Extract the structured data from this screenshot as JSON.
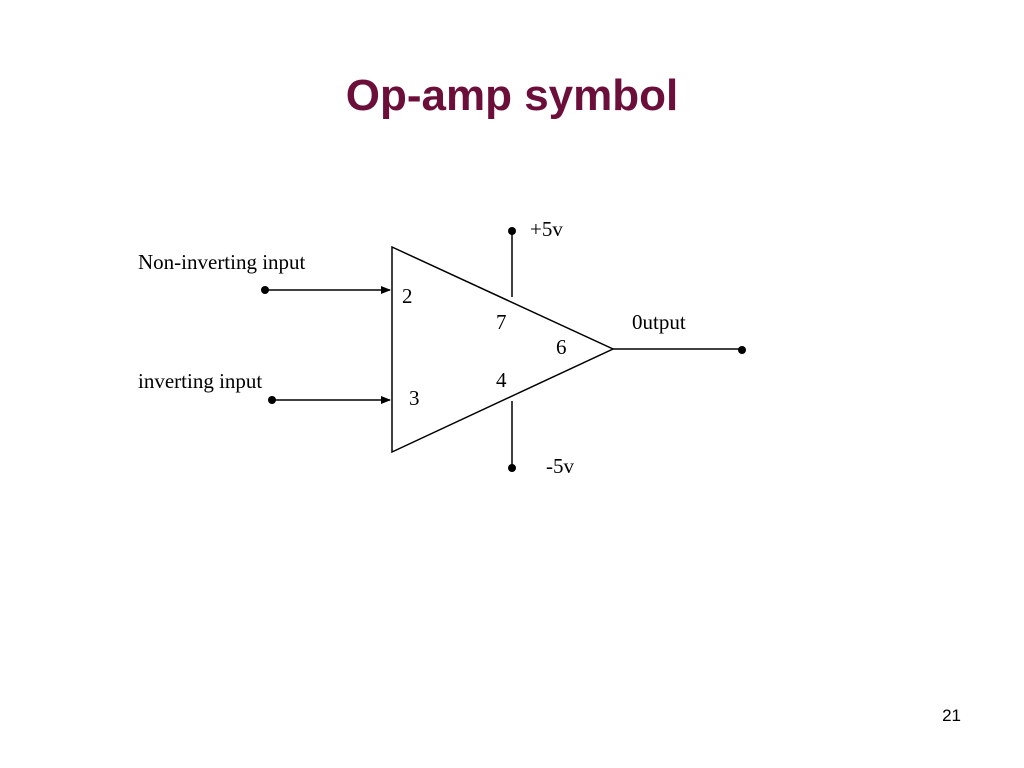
{
  "slide": {
    "title": "Op-amp symbol",
    "page_number": "21"
  },
  "colors": {
    "title": "#6b0f3a",
    "line": "#000000"
  },
  "diagram": {
    "labels": {
      "non_inverting_input": "Non-inverting input",
      "inverting_input": "inverting input",
      "output": "0utput",
      "positive_supply": "+5v",
      "negative_supply": "-5v"
    },
    "pins": {
      "non_inverting": "2",
      "inverting": "3",
      "positive_supply": "7",
      "negative_supply": "4",
      "output": "6"
    }
  }
}
